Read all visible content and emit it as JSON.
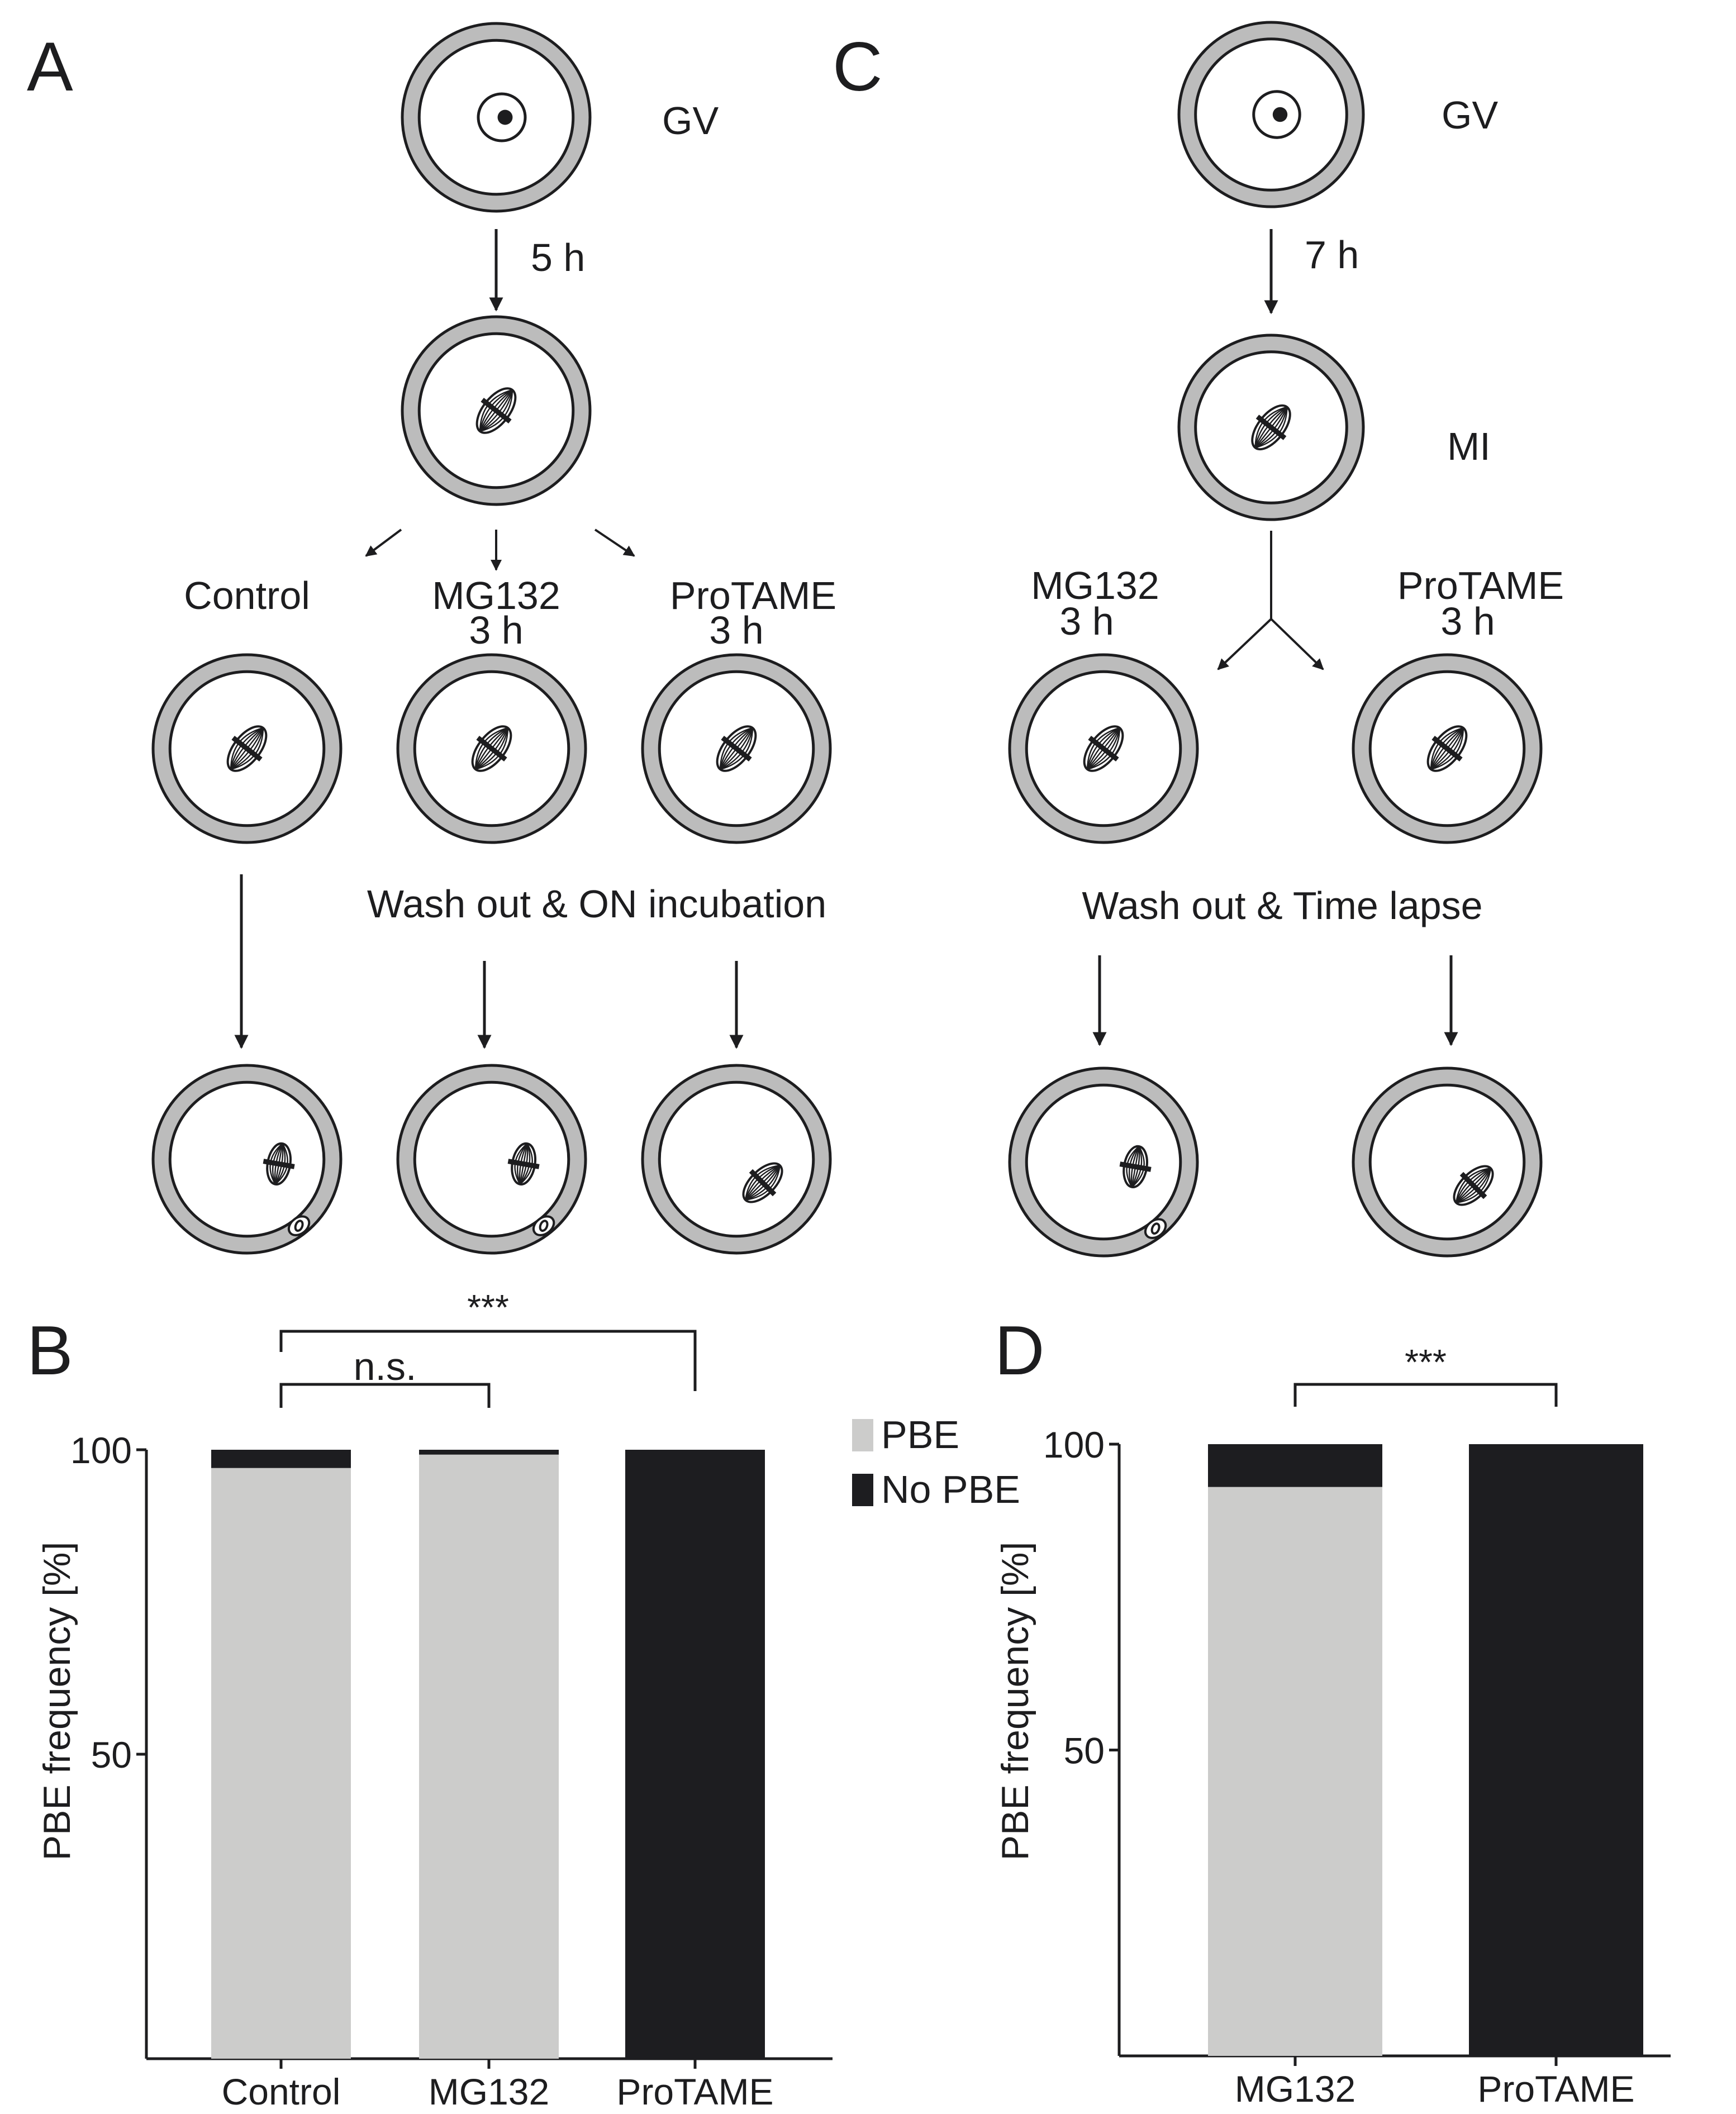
{
  "panels": {
    "A": {
      "letter": "A",
      "stage_label": "GV",
      "time_label": "5 h",
      "branches": [
        {
          "name": "Control",
          "line1": "Control",
          "line2": ""
        },
        {
          "name": "MG132",
          "line1": "MG132",
          "line2": "3 h"
        },
        {
          "name": "ProTAME",
          "line1": "ProTAME",
          "line2": "3 h"
        }
      ],
      "wash_label": "Wash out & ON incubation"
    },
    "C": {
      "letter": "C",
      "stage_label": "GV",
      "time_label": "7 h",
      "mi_label": "MI",
      "branches": [
        {
          "name": "MG132",
          "line1": "MG132",
          "line2": "3 h"
        },
        {
          "name": "ProTAME",
          "line1": "ProTAME",
          "line2": "3 h"
        }
      ],
      "wash_label": "Wash out & Time lapse"
    }
  },
  "colors": {
    "pbe": "#cccccb",
    "no_pbe": "#1d1d20",
    "zona": "#bcbcbc",
    "ink": "#1d1d1f"
  },
  "chart_data": [
    {
      "panel": "B",
      "type": "bar",
      "stacked": true,
      "categories": [
        "Control",
        "MG132",
        "ProTAME"
      ],
      "series": [
        {
          "name": "PBE",
          "values": [
            97,
            99.2,
            0
          ]
        },
        {
          "name": "No PBE",
          "values": [
            3,
            0.8,
            100
          ]
        }
      ],
      "ylabel": "PBE frequency [%]",
      "yticks": [
        50,
        100
      ],
      "ylim": [
        0,
        100
      ],
      "legend": {
        "entries": [
          "PBE",
          "No PBE"
        ],
        "position": "top-right"
      },
      "annotations": [
        {
          "from": "Control",
          "to": "MG132",
          "text": "n.s."
        },
        {
          "from": "Control",
          "to": "ProTAME",
          "text": "***"
        }
      ]
    },
    {
      "panel": "D",
      "type": "bar",
      "stacked": true,
      "categories": [
        "MG132",
        "ProTAME"
      ],
      "series": [
        {
          "name": "PBE",
          "values": [
            93,
            0
          ]
        },
        {
          "name": "No PBE",
          "values": [
            7,
            100
          ]
        }
      ],
      "ylabel": "PBE frequency [%]",
      "yticks": [
        50,
        100
      ],
      "ylim": [
        0,
        100
      ],
      "annotations": [
        {
          "from": "MG132",
          "to": "ProTAME",
          "text": "***"
        }
      ]
    }
  ],
  "chart_letters": {
    "B": "B",
    "D": "D"
  }
}
